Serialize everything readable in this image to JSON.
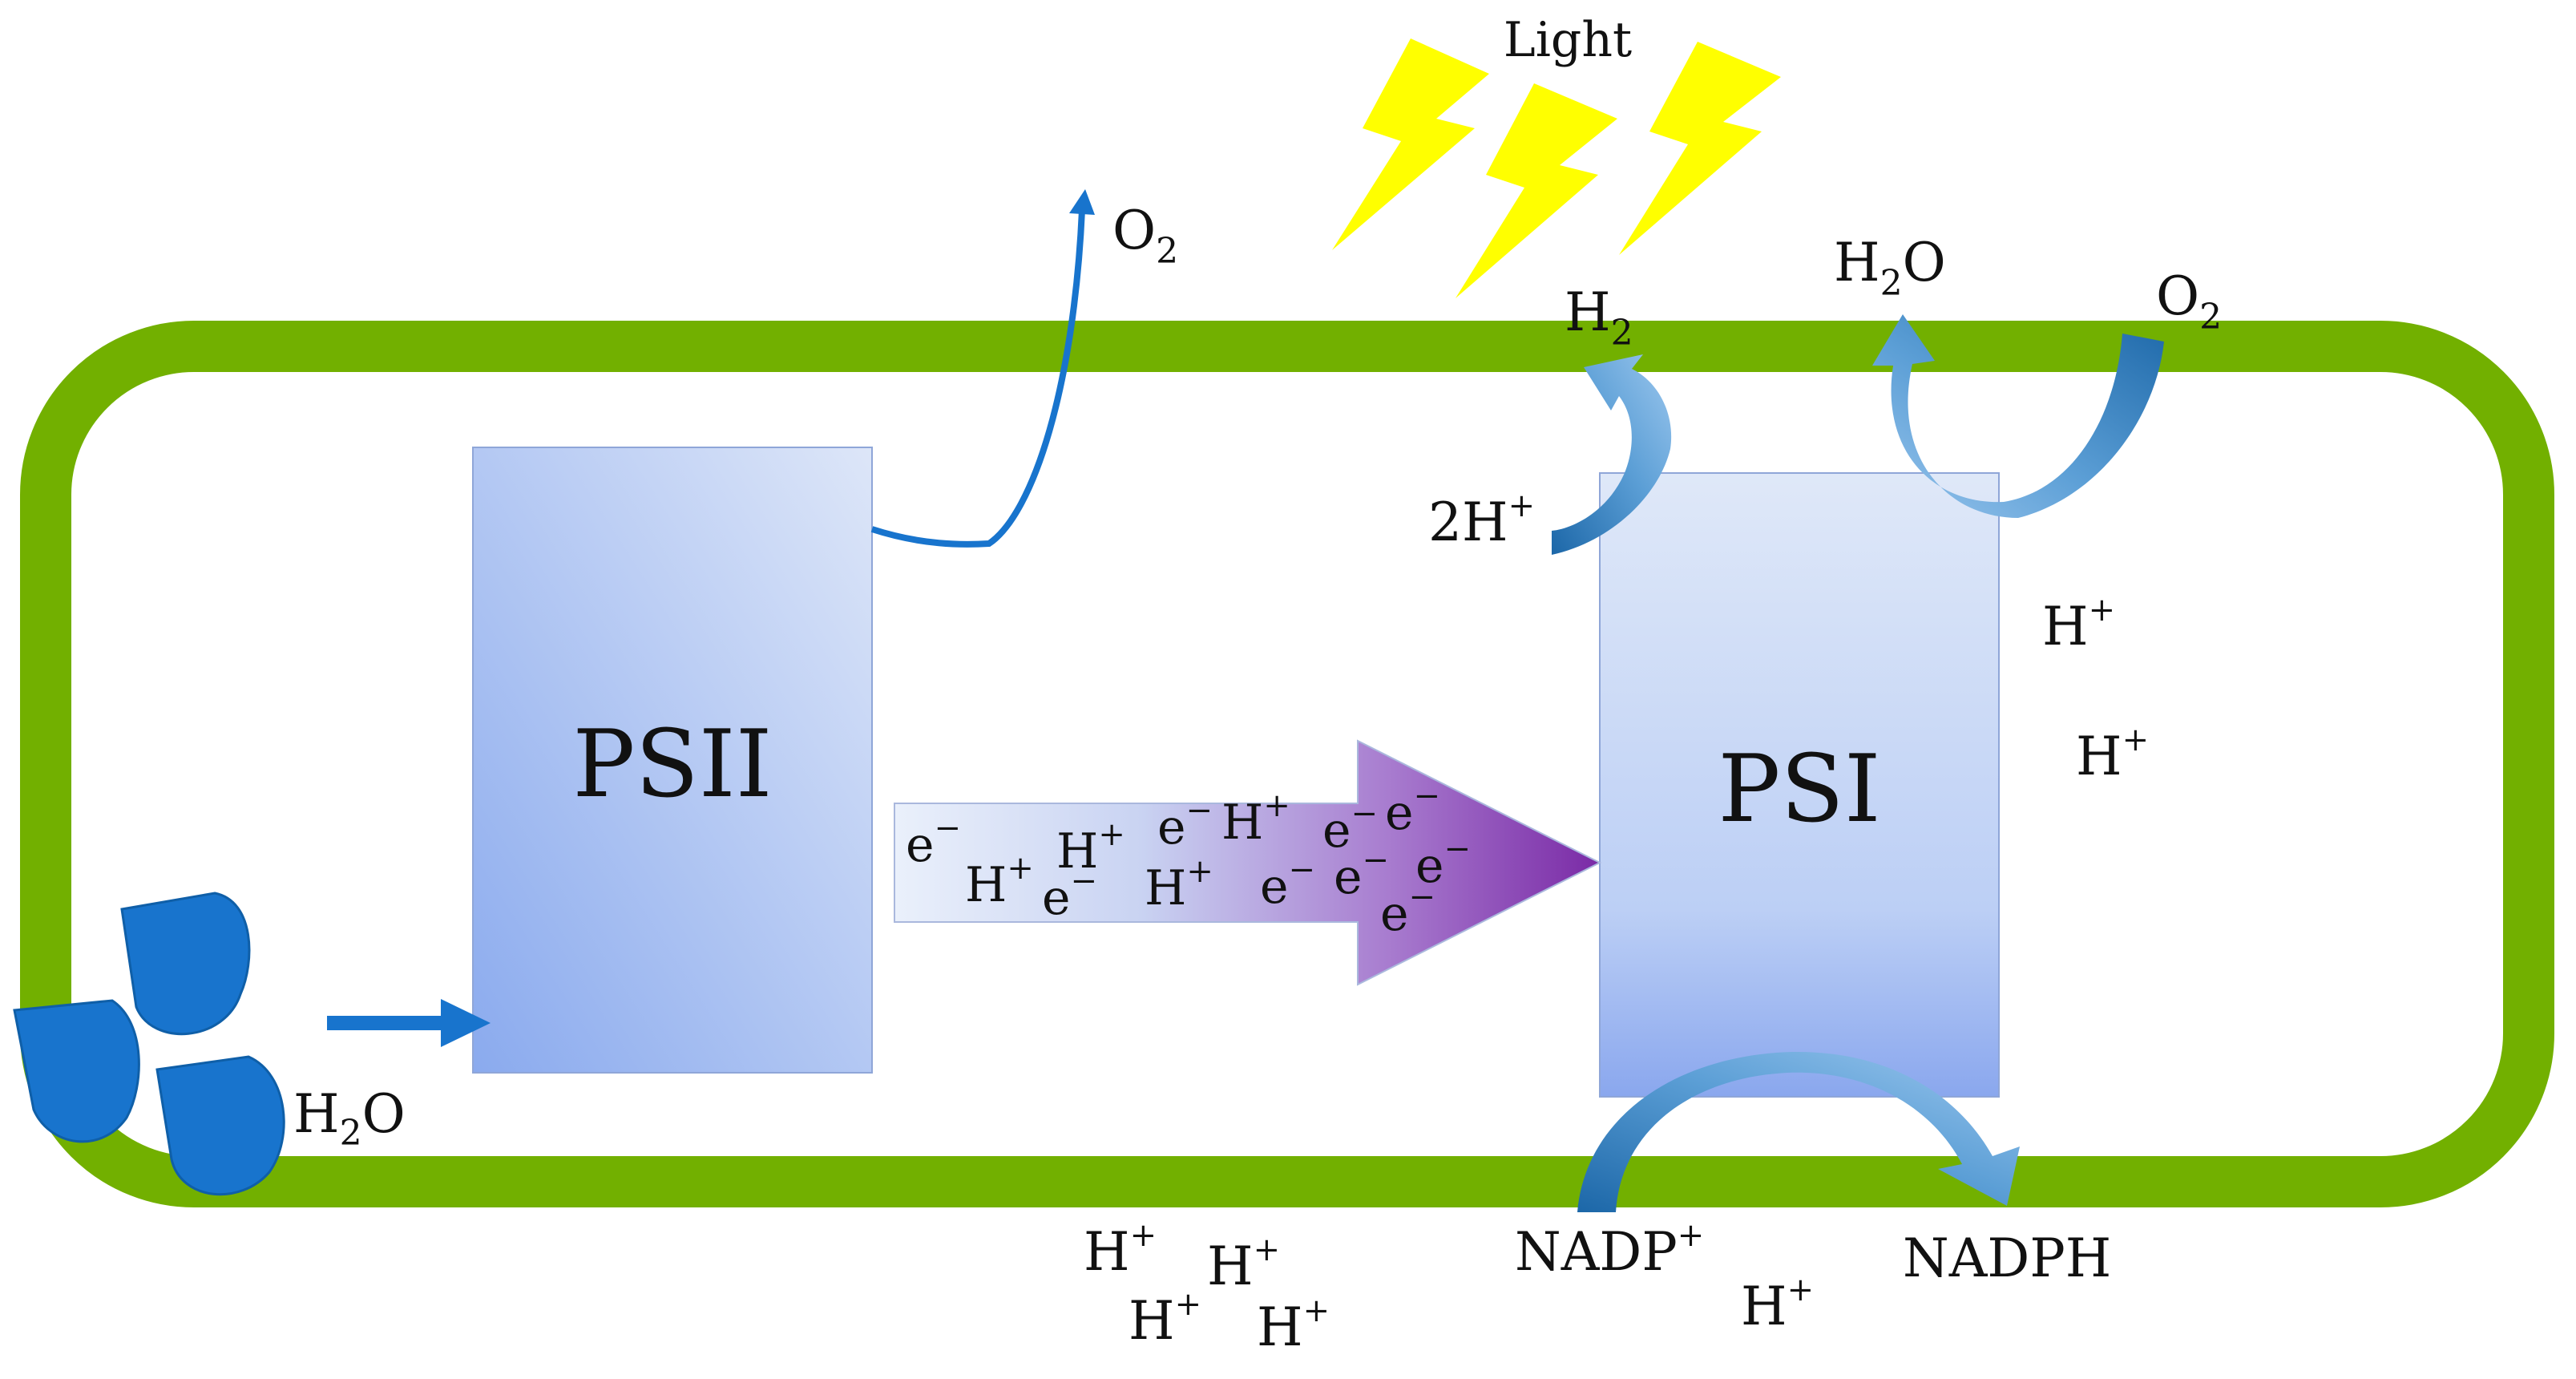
{
  "labels": {
    "light": "Light",
    "psii": "PSII",
    "psi": "PSI",
    "o2_top": {
      "base": "O",
      "sub": "2"
    },
    "h2_top": {
      "base": "H",
      "sub": "2"
    },
    "h2o_top": {
      "base": "H",
      "sub": "2",
      "tail": "O"
    },
    "o2_right": {
      "base": "O",
      "sub": "2"
    },
    "two_h_plus": {
      "base": "2H",
      "sup": "+"
    },
    "h2o_bottom": {
      "base": "H",
      "sub": "2",
      "tail": "O"
    },
    "nadp_plus": {
      "base": "NADP",
      "sup": "+"
    },
    "nadph": "NADPH",
    "h_plus": {
      "base": "H",
      "sup": "+"
    },
    "electron": {
      "base": "e",
      "sup": "−"
    }
  },
  "colors": {
    "membrane": "#72b000",
    "water": "#1874cd",
    "light_bolt": "#ffff00",
    "psii_dark": "#8aaaee",
    "psi_dark": "#8aa7ee",
    "flow_purple": "#7a2aa6",
    "arrow_dark": "#1c67a8",
    "arrow_light": "#8ec0ea"
  }
}
